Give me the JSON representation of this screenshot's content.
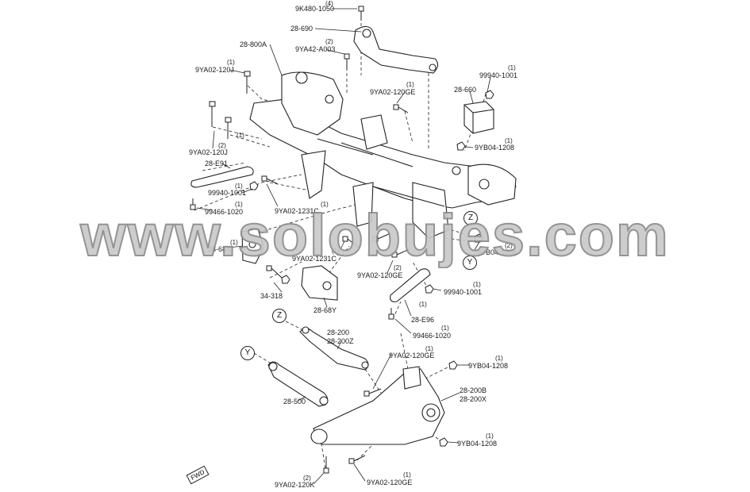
{
  "diagram": {
    "part_labels": {
      "p01": "9K480-1050",
      "p02": "28-690",
      "p03": "9YA42-A003",
      "p04": "28-800A",
      "p05": "9YA02-120J",
      "p06": "99940-1001",
      "p07": "9YA02-120GE",
      "p08": "28-660",
      "p09": "9YB04-1208",
      "p10": "9YA02-120J",
      "p11": "28-E91",
      "p12": "99940-1001",
      "p13": "99466-1020",
      "p14": "9YA02-1231C",
      "p15": "28-68X",
      "p16": "9YA02-1231C",
      "p17": "9YA02-120GE",
      "p18": "9YB04-1208",
      "p19": "99940-1001",
      "p20": "34-318",
      "p21": "28-68Y",
      "p22": "28-E96",
      "p23": "99466-1020",
      "p24": "28-200",
      "p25": "28-200Z",
      "p26": "9YA02-120GE",
      "p27": "9YB04-1208",
      "p28": "28-200B",
      "p29": "28-200X",
      "p30": "28-500",
      "p31": "9YB04-1208",
      "p32": "9YA02-120K",
      "p33": "9YA02-120GE"
    },
    "quantities": {
      "q01": "(4)",
      "q02": "(2)",
      "q03": "(1)",
      "q04": "(1)",
      "q05": "(1)",
      "q06": "(1)",
      "q07": "(2)",
      "q08": "(1)",
      "q09": "(1)",
      "q10": "(1)",
      "q11": "(1)",
      "q12": "(1)",
      "q13": "(2)",
      "q14": "(1)",
      "q15": "(2)",
      "q16": "(1)",
      "q17": "(1)",
      "q18": "(1)",
      "q19": "(1)",
      "q20": "(1)",
      "q21": "(1)",
      "q22": "(2)",
      "q23": "(1)"
    },
    "callouts": {
      "z_upper": "Z",
      "y_upper": "Y",
      "z_lower": "Z",
      "y_lower": "Y"
    },
    "fwd_tag": "FWD"
  },
  "watermark": "www.solobujes.com",
  "colors": {
    "line": "#222222",
    "watermark_fill": "#c9c9c9",
    "watermark_stroke": "#8c8c8c",
    "background": "#ffffff"
  },
  "icons": {
    "subframe": "subframe-icon",
    "trailing_arm": "knuckle-icon",
    "bolt": "bolt-icon",
    "nut": "nut-icon",
    "bushing": "bushing-icon",
    "lateral_link": "lateral-link-icon"
  }
}
